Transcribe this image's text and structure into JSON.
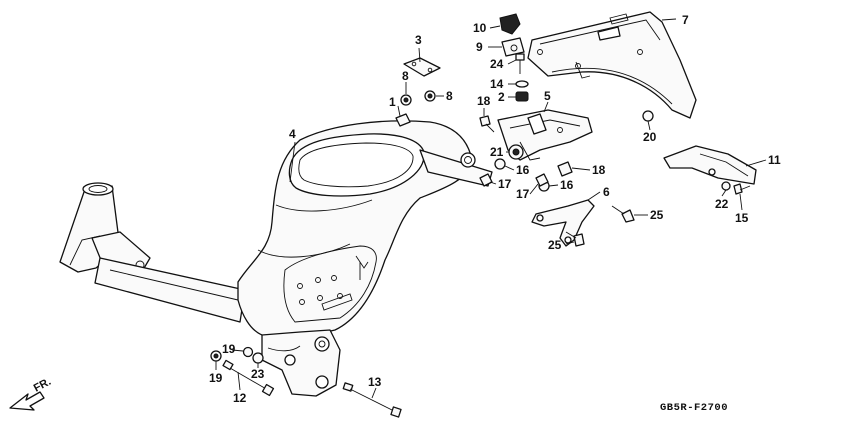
{
  "diagram_code": "GB5R-F2700",
  "direction_label": "FR.",
  "callouts": {
    "c1": "1",
    "c2": "2",
    "c3": "3",
    "c4": "4",
    "c5": "5",
    "c6": "6",
    "c7": "7",
    "c8a": "8",
    "c8b": "8",
    "c9": "9",
    "c10": "10",
    "c11": "11",
    "c12": "12",
    "c13": "13",
    "c14": "14",
    "c15": "15",
    "c16a": "16",
    "c16b": "16",
    "c17a": "17",
    "c17b": "17",
    "c18a": "18",
    "c18b": "18",
    "c19a": "19",
    "c19b": "19",
    "c20": "20",
    "c21": "21",
    "c22": "22",
    "c23": "23",
    "c24": "24",
    "c25a": "25",
    "c25b": "25"
  }
}
